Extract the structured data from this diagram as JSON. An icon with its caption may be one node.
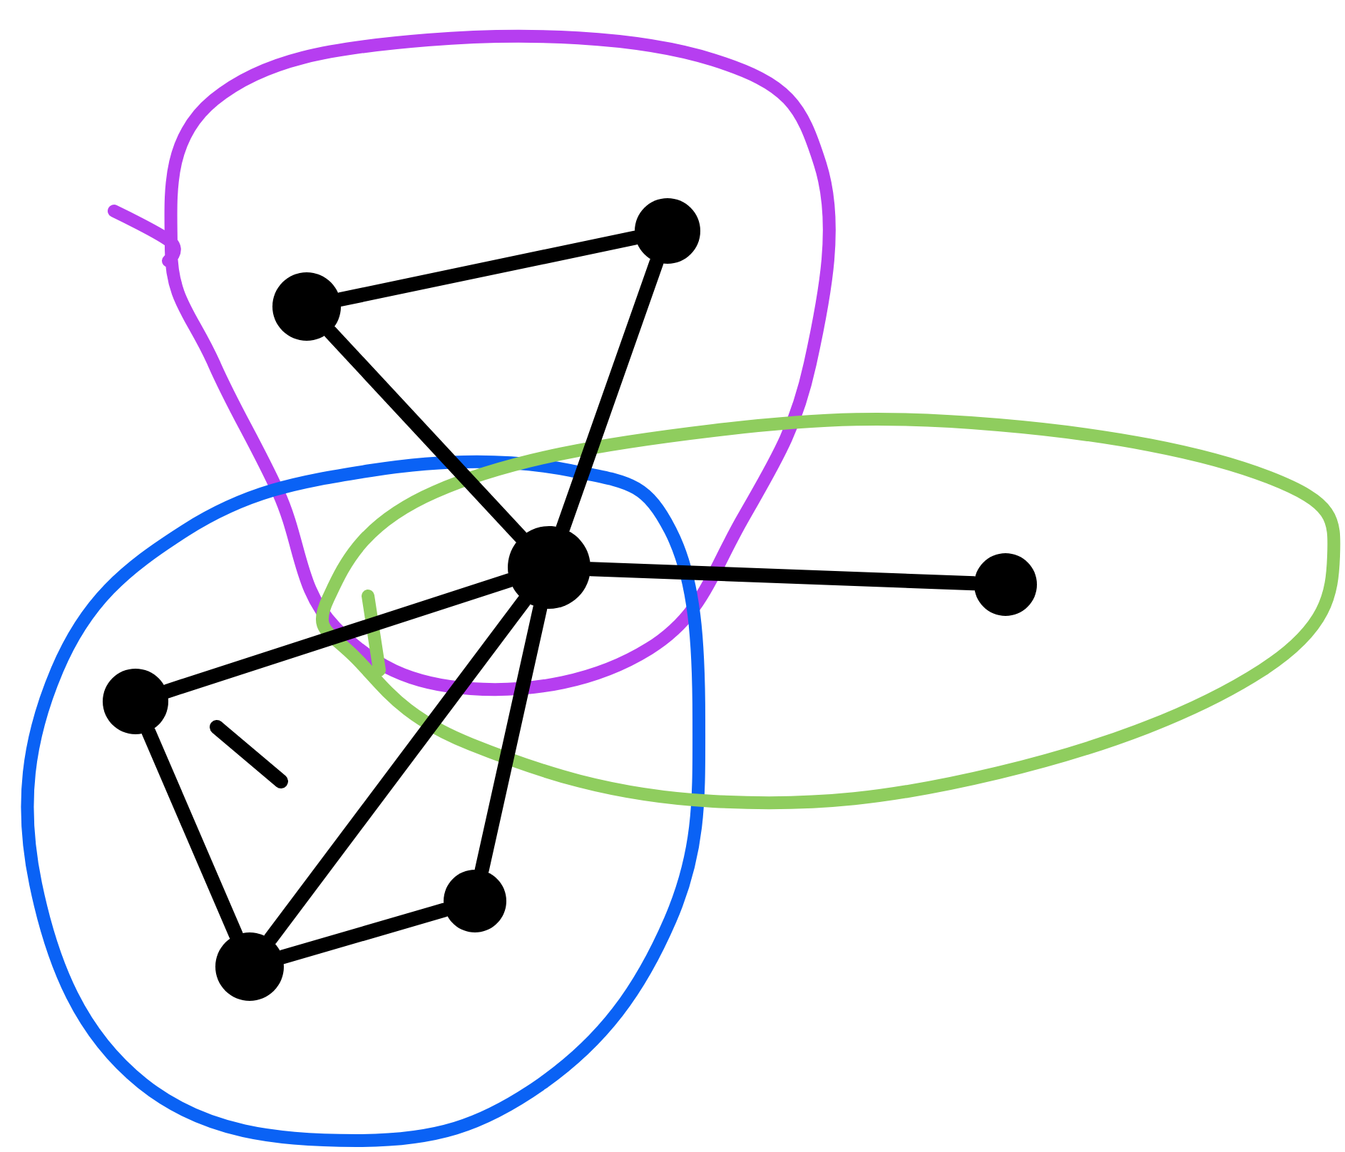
{
  "diagram": {
    "nodes": [
      {
        "text": [],
        "shape": "circle"
      },
      {
        "text": [],
        "shape": "circle"
      },
      {
        "text": [],
        "shape": "circle"
      },
      {
        "text": [],
        "shape": "circle"
      },
      {
        "text": [],
        "shape": "circle"
      },
      {
        "text": [],
        "shape": "circle"
      },
      {
        "text": [],
        "shape": "circle"
      }
    ],
    "edges": [
      {
        "from": 0,
        "to": 1,
        "arrow": "none"
      },
      {
        "from": 1,
        "to": 2,
        "arrow": "none"
      },
      {
        "from": 0,
        "to": 2,
        "arrow": "none"
      },
      {
        "from": 2,
        "to": 3,
        "arrow": "none"
      },
      {
        "from": 4,
        "to": 2,
        "arrow": "none"
      },
      {
        "from": 4,
        "to": 5,
        "arrow": "none"
      },
      {
        "from": 5,
        "to": 2,
        "arrow": "none"
      },
      {
        "from": 2,
        "to": 6,
        "arrow": "none"
      },
      {
        "from": 5,
        "to": 6,
        "arrow": "none"
      }
    ]
  }
}
